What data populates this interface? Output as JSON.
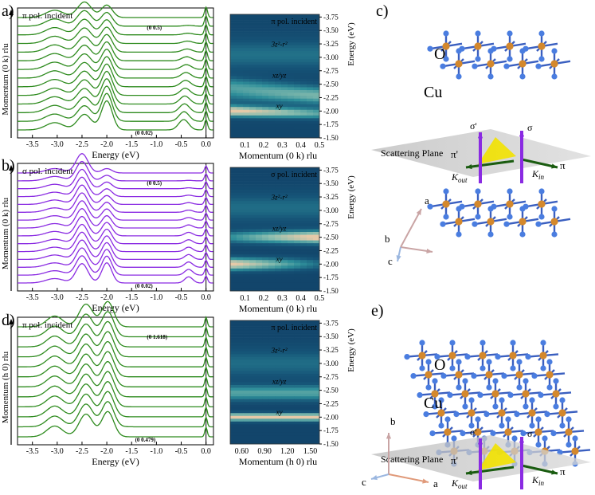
{
  "panel_labels": {
    "a": "a)",
    "b": "b)",
    "c": "c)",
    "d": "d)",
    "e": "e)"
  },
  "colors": {
    "pi": "#2e8b1e",
    "sigma": "#8a2be2",
    "heat_dark": "#0f3b63",
    "heat_mid": "#2e8f9a",
    "heat_hot": "#e6c9a8",
    "oxygen": "#4a7de0",
    "copper": "#d4882c"
  },
  "spectra": [
    {
      "id": "a",
      "incident": "π pol. incident",
      "color": "#2e8b1e",
      "ylabel": "Momentum (0 k) rlu",
      "xlabel": "Energy (eV)",
      "top_label": "(0  0.5)",
      "bottom_label": "(0  0.02)",
      "xticks": [
        "-3.5",
        "-3.0",
        "-2.5",
        "-2.0",
        "-1.5",
        "-1.0",
        "-0.5",
        "0.0"
      ]
    },
    {
      "id": "b",
      "incident": "σ pol. incident",
      "color": "#8a2be2",
      "ylabel": "Momentum (0 k) rlu",
      "xlabel": "Energy (eV)",
      "top_label": "(0  0.5)",
      "bottom_label": "(0  0.02)",
      "xticks": [
        "-3.5",
        "-3.0",
        "-2.5",
        "-2.0",
        "-1.5",
        "-1.0",
        "-0.5",
        "0.0"
      ]
    },
    {
      "id": "d",
      "incident": "π pol. incident",
      "color": "#2e8b1e",
      "ylabel": "Momentum (h 0) rlu",
      "xlabel": "Energy (eV)",
      "top_label": "(0  1.618)",
      "bottom_label": "(0  0.479)",
      "xticks": [
        "-3.5",
        "-3.0",
        "-2.5",
        "-2.0",
        "-1.5",
        "-1.0",
        "-0.5",
        "0.0"
      ]
    }
  ],
  "maps": [
    {
      "id": "a",
      "title": "π pol. incident",
      "xlabel": "Momentum (0 k) rlu",
      "ylabel": "Energy (eV)",
      "xticks": [
        "0.1",
        "0.2",
        "0.3",
        "0.4",
        "0.5"
      ],
      "yticks": [
        "-3.75",
        "-3.50",
        "-3.25",
        "-3.00",
        "-2.75",
        "-2.50",
        "-2.25",
        "-2.00",
        "-1.75",
        "-1.50"
      ],
      "labels": {
        "z2": "3z²-r²",
        "xzyz": "xz/yz",
        "xy": "xy"
      }
    },
    {
      "id": "b",
      "title": "σ pol. incident",
      "xlabel": "Momentum (0 k) rlu",
      "ylabel": "Energy (eV)",
      "xticks": [
        "0.1",
        "0.2",
        "0.3",
        "0.4",
        "0.5"
      ],
      "yticks": [
        "-3.75",
        "-3.50",
        "-3.25",
        "-3.00",
        "-2.75",
        "-2.50",
        "-2.25",
        "-2.00",
        "-1.75",
        "-1.50"
      ],
      "labels": {
        "z2": "3z²-r²",
        "xzyz": "xz/yz",
        "xy": "xy"
      }
    },
    {
      "id": "d",
      "title": "π pol. incident",
      "xlabel": "Momentum (h 0) rlu",
      "ylabel": "Energy (eV)",
      "xticks": [
        "0.60",
        "0.90",
        "1.20",
        "1.50"
      ],
      "yticks": [
        "-3.75",
        "-3.50",
        "-3.25",
        "-3.00",
        "-2.75",
        "-2.50",
        "-2.25",
        "-2.00",
        "-1.75",
        "-1.50"
      ],
      "labels": {
        "z2": "3z²-r²",
        "xzyz": "xz/yz",
        "xy": "xy"
      }
    }
  ],
  "geometry": [
    {
      "id": "c",
      "atoms": {
        "o": "O",
        "cu": "Cu"
      },
      "plane": "Scattering Plane",
      "pol": {
        "pi_prime": "π'",
        "sigma_prime": "σ'",
        "sigma": "σ",
        "pi": "π"
      },
      "k": {
        "out": "K",
        "out_sub": "out",
        "in": "K",
        "in_sub": "in"
      },
      "axes": {
        "a": "a",
        "b": "b",
        "c": "c"
      }
    },
    {
      "id": "e",
      "atoms": {
        "o": "O",
        "cu": "Cu"
      },
      "plane": "Scattering Plane",
      "pol": {
        "pi_prime": "π'",
        "sigma_prime": "σ'",
        "sigma": "σ",
        "pi": "π"
      },
      "k": {
        "out": "K",
        "out_sub": "out",
        "in": "K",
        "in_sub": "in"
      },
      "axes": {
        "a": "a",
        "b": "b",
        "c": "c"
      }
    }
  ]
}
